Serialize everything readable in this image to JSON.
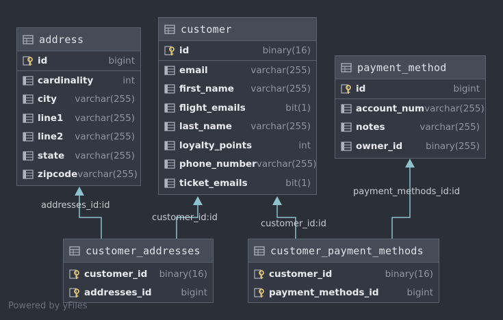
{
  "tables": {
    "address": {
      "title": "address",
      "pk": {
        "name": "id",
        "type": "bigint"
      },
      "columns": [
        {
          "name": "cardinality",
          "type": "int"
        },
        {
          "name": "city",
          "type": "varchar(255)"
        },
        {
          "name": "line1",
          "type": "varchar(255)"
        },
        {
          "name": "line2",
          "type": "varchar(255)"
        },
        {
          "name": "state",
          "type": "varchar(255)"
        },
        {
          "name": "zipcode",
          "type": "varchar(255)"
        }
      ]
    },
    "customer": {
      "title": "customer",
      "pk": {
        "name": "id",
        "type": "binary(16)"
      },
      "columns": [
        {
          "name": "email",
          "type": "varchar(255)"
        },
        {
          "name": "first_name",
          "type": "varchar(255)"
        },
        {
          "name": "flight_emails",
          "type": "bit(1)"
        },
        {
          "name": "last_name",
          "type": "varchar(255)"
        },
        {
          "name": "loyalty_points",
          "type": "int"
        },
        {
          "name": "phone_number",
          "type": "varchar(255)"
        },
        {
          "name": "ticket_emails",
          "type": "bit(1)"
        }
      ]
    },
    "payment_method": {
      "title": "payment_method",
      "pk": {
        "name": "id",
        "type": "bigint"
      },
      "columns": [
        {
          "name": "account_num",
          "type": "varchar(255)"
        },
        {
          "name": "notes",
          "type": "varchar(255)"
        },
        {
          "name": "owner_id",
          "type": "binary(255)"
        }
      ]
    },
    "customer_addresses": {
      "title": "customer_addresses",
      "keys": [
        {
          "name": "customer_id",
          "type": "binary(16)"
        },
        {
          "name": "addresses_id",
          "type": "bigint"
        }
      ]
    },
    "customer_payment_methods": {
      "title": "customer_payment_methods",
      "keys": [
        {
          "name": "customer_id",
          "type": "binary(16)"
        },
        {
          "name": "payment_methods_id",
          "type": "bigint"
        }
      ]
    }
  },
  "relations": [
    {
      "label": "addresses_id:id"
    },
    {
      "label": "customer_id:id"
    },
    {
      "label": "customer_id:id"
    },
    {
      "label": "payment_methods_id:id"
    }
  ],
  "watermark": "Powered by yFiles",
  "colors": {
    "background": "#2b2f38",
    "table_body": "#343843",
    "table_header": "#454b57",
    "connector": "#8fc2cc",
    "key_icon": "#e2c46b"
  }
}
